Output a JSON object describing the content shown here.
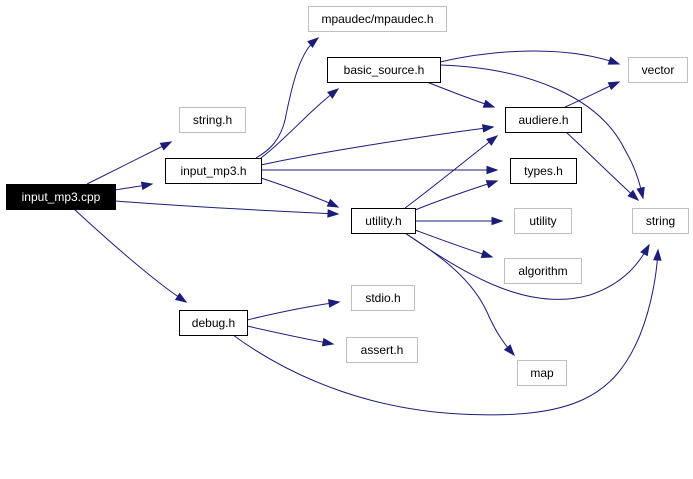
{
  "graph": {
    "colors": {
      "edge": "#1c1c7a",
      "root_fill": "#000000",
      "root_text": "#ffffff",
      "node_border": "#000000",
      "leaf_border": "#bfbfbf",
      "node_text": "#000000"
    },
    "nodes": [
      {
        "id": "input_mp3_cpp",
        "label": "input_mp3.cpp",
        "kind": "root"
      },
      {
        "id": "string_h",
        "label": "string.h",
        "kind": "leaf"
      },
      {
        "id": "input_mp3_h",
        "label": "input_mp3.h",
        "kind": "node"
      },
      {
        "id": "mpaudec_h",
        "label": "mpaudec/mpaudec.h",
        "kind": "leaf"
      },
      {
        "id": "basic_source_h",
        "label": "basic_source.h",
        "kind": "node"
      },
      {
        "id": "vector",
        "label": "vector",
        "kind": "leaf"
      },
      {
        "id": "audiere_h",
        "label": "audiere.h",
        "kind": "node"
      },
      {
        "id": "types_h",
        "label": "types.h",
        "kind": "node"
      },
      {
        "id": "utility_h",
        "label": "utility.h",
        "kind": "node"
      },
      {
        "id": "utility",
        "label": "utility",
        "kind": "leaf"
      },
      {
        "id": "algorithm",
        "label": "algorithm",
        "kind": "leaf"
      },
      {
        "id": "string",
        "label": "string",
        "kind": "leaf"
      },
      {
        "id": "debug_h",
        "label": "debug.h",
        "kind": "node"
      },
      {
        "id": "stdio_h",
        "label": "stdio.h",
        "kind": "leaf"
      },
      {
        "id": "assert_h",
        "label": "assert.h",
        "kind": "leaf"
      },
      {
        "id": "map",
        "label": "map",
        "kind": "leaf"
      }
    ],
    "edges": [
      {
        "from": "input_mp3_cpp",
        "to": "string_h"
      },
      {
        "from": "input_mp3_cpp",
        "to": "input_mp3_h"
      },
      {
        "from": "input_mp3_cpp",
        "to": "utility_h"
      },
      {
        "from": "input_mp3_cpp",
        "to": "debug_h"
      },
      {
        "from": "input_mp3_h",
        "to": "mpaudec_h"
      },
      {
        "from": "input_mp3_h",
        "to": "basic_source_h"
      },
      {
        "from": "input_mp3_h",
        "to": "audiere_h"
      },
      {
        "from": "input_mp3_h",
        "to": "types_h"
      },
      {
        "from": "input_mp3_h",
        "to": "utility_h"
      },
      {
        "from": "basic_source_h",
        "to": "vector"
      },
      {
        "from": "basic_source_h",
        "to": "audiere_h"
      },
      {
        "from": "basic_source_h",
        "to": "string"
      },
      {
        "from": "audiere_h",
        "to": "vector"
      },
      {
        "from": "audiere_h",
        "to": "string"
      },
      {
        "from": "utility_h",
        "to": "audiere_h"
      },
      {
        "from": "utility_h",
        "to": "types_h"
      },
      {
        "from": "utility_h",
        "to": "utility"
      },
      {
        "from": "utility_h",
        "to": "algorithm"
      },
      {
        "from": "utility_h",
        "to": "string"
      },
      {
        "from": "utility_h",
        "to": "map"
      },
      {
        "from": "debug_h",
        "to": "stdio_h"
      },
      {
        "from": "debug_h",
        "to": "assert_h"
      },
      {
        "from": "debug_h",
        "to": "string"
      }
    ]
  }
}
